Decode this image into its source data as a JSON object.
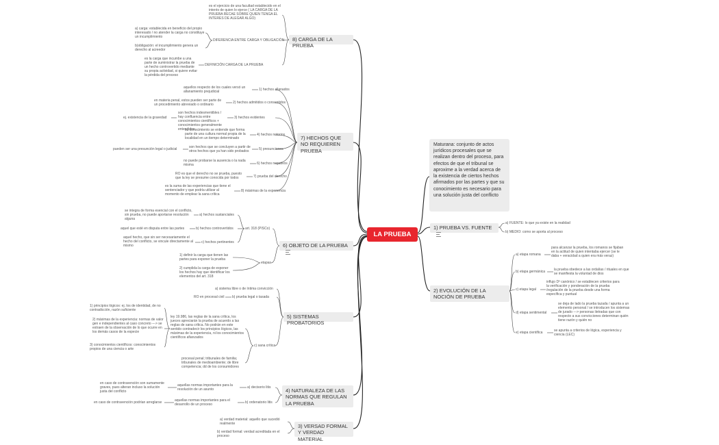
{
  "root": "LA PRUEBA",
  "definition": "Maturana: conjunto de actos jurídicos procesales que se realizan dentro del proceso, para efectos de que el tribunal se aproxime a la verdad acerca de la existencia de ciertos hechos afirmados por las partes y que su conocimiento es necesario para una solución justa del conflicto",
  "topic1": {
    "label": "1) PRUEBA VS. FUENTE",
    "a": "a) FUENTE: lo que ya existe en la realidad",
    "b": "b) MEDIO: como se aporta al proceso"
  },
  "topic2": {
    "label": "2) EVOLUCIÓN DE LA NOCIÓN DE PRUEBA",
    "a": "a) etapa romana",
    "a_text": "para alcanzar la prueba, los romanos se fijaban en la actitud de quien intentaba ejercer (se le daba + veracidad a quien era más veraz)",
    "b": "b) etapa germánica",
    "b_text": "la prueba obedece a las ordalías / rituales en que se manifiesta la voluntad de dios",
    "c": "c) etapa legal",
    "c_text": "influjo Dº canónico / se establecen criterios para la verificación y ponderación de la prueba /regulación de la prueba desde una forma específica y puntual",
    "d": "d) etapa sentimental",
    "d_text": "se deja de lado la prueba tazada / apunta a un elemento personal / se introducen los sistemas de jurado ---> personas iletradas que con respecto a sus convicciones determinan quién tiene razón y quién no",
    "e": "e) etapa científica",
    "e_text": "se apunta a criterios de lógica, experiencia y ciencia (LEC)"
  },
  "topic3": {
    "label": "3) VERSAD FORMAL Y VERDAD MATERIAL",
    "a": "a) verdad material: aquello que sucedió realmente",
    "b": "b) verdad formal: verdad acreditada en el proceso"
  },
  "topic4": {
    "label": "4) NATURALEZA DE LAS NORMAS QUE REGULAN LA PRUEBA",
    "a": "a) decisorio litis",
    "a_text": "aquellas normas importantes para la resolución de un asunto",
    "a_note": "en caso de contravención son sumamente graves, pues alteran incluso la solución justa del conflicto",
    "b": "b) ordenatorio litis",
    "b_text": "aquellas normas importantes para el desarrollo de un proceso",
    "b_note": "en caso de contravención podrían arreglarse"
  },
  "topic5": {
    "label": "5) SISTEMAS PROBATORIOS",
    "a": "a) sistema libre o de íntima convicción",
    "b": "b) prueba legal o tasada",
    "b_note": "RO en procesal civil",
    "c": "c) sana crítica",
    "c_text1": "ley 19.986, las reglas de la sana crítica, los jueces apreciarán la prueba de acuerdo a las reglas de sana crítica. No podrán en este sentido contradecir los principios lógicos, las máximas de la experiencia, ni los conocimientos científicos afianzados",
    "c_text2": "procesal penal; tribunales de familia; tribunales de medioambiente; de libre competencia; dd de los consumidores",
    "c_p1": "1) principios lógicos: ej. los de identidad, de no contradicción, razón suficiente",
    "c_p2": "2) máximas de la experiencia: normas de valor gen e independientes al caso concreto ---> se extraen de la observación de lo que ocurre en los demás casos de la especie",
    "c_p3": "3) conocimientos científicos: conocimientos propios de una ciencia o arte"
  },
  "topic6": {
    "label": "6) OBJETO DE LA PRUEBA",
    "art": "art. 318 (PISCo)",
    "a": "a) hechos sustanciales",
    "a_text": "se integra de forma esencial con el conflicto, sin prueba, no puede aportarse resolución alguna",
    "b": "b) hechos controvertidos",
    "b_text": "aquel que esté en disputa entre las partes",
    "c": "c) hechos pertinentes",
    "c_text": "aquel hecho, que sin ser necesariamente el hecho del conflicto, se vincule directamente al mismo",
    "etapas": "etapas",
    "e1": "1) definir la carga que tienen las partes para exponer la prueba",
    "e2": "2) cumplida la carga de exponer los hechos hay que identificar los elementos del art. 318"
  },
  "topic7": {
    "label": "7) HECHOS QUE NO REQUIEREN PRUEBA",
    "i1": "1) hechos allanados",
    "i1_text": "aquellos respecto de los cuales versó un allanamiento prejudicial",
    "i2": "2) hechos admitidos o consentidos",
    "i2_text": "en materia penal, estos pueden ser parte de un procedimiento abreviado o ordinario",
    "i3": "3) hechos evidentes",
    "i3_text": "son hechos indesmentibles / hay confluencia entre conocimientos científicos + conocimientos generalmente entendidos",
    "i3_note": "ej. existencia de la gravedad",
    "i4": "4) hechos notorios",
    "i4_text": "su conocimiento se entiende que forma parte de una cultura normal propia de la localidad en un tiempo determinado",
    "i5": "5) presunciones",
    "i5_text": "son hechos que se concluyen a partir de otros hechos que ya han sido probados",
    "i5_note": "pueden ser una presunción legal o judicial",
    "i6": "6) hechos negativos",
    "i6_text": "no puede probarse la ausencia o la nada misma",
    "i7": "7) prueba del derecho",
    "i7_text": "RO es que el derecho no se prueba, puesto que la ley se presume conocida por todos",
    "i8": "8) máximas de la experiencia",
    "i8_text": "es la suma de las experiencias que tiene el sentenciador y que podría utilizar al momento de emplear la sana crítica"
  },
  "topic8": {
    "label": "8) CARGA DE LA PRUEBA",
    "top_text": "es el ejercicio de una facultad establecido en el interés de quien lo ejerce ( LA CARGA DE LA PRUEBA RECAE SOBRE QUIEN TENGA EL INTERES DE ALEGAR ALGO)",
    "diff": "DIFERENCIA ENTRE CARGA Y OBLIGACIÓN",
    "diff_a": "a) carga: establecida en beneficio del propio interesado / no atender la carga no constituye un incumplimiento",
    "diff_b": "b)obligación: el incumplimiento genera un derecho al acreedor",
    "defn": "DEFINICIÓN CARGA DE LA PRUEBA",
    "defn_text": "es la carga que incumbe a una parte de suministrar la prueba de un hecho controvertido mediante su propia actividad, si quiere evitar la pérdida del proceso"
  }
}
